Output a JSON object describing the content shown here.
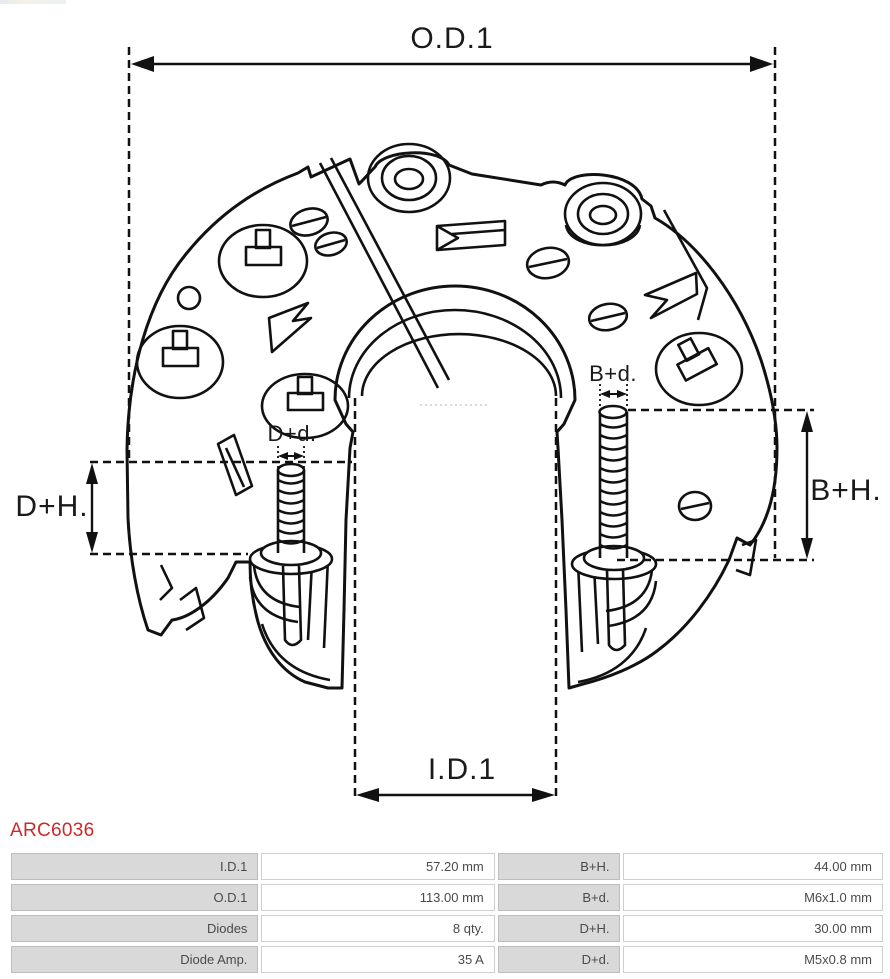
{
  "part": {
    "code": "ARC6036",
    "code_color": "#cc2a2a"
  },
  "diagram": {
    "type": "alternator-rectifier technical drawing",
    "line_color": "#111111",
    "dimension_labels": {
      "od1": "O.D.1",
      "id1": "I.D.1",
      "dph": "D+H.",
      "bph": "B+H.",
      "dpd": "D+d.",
      "bpd": "B+d."
    }
  },
  "spec_table": {
    "label_bg": "#d9d9d9",
    "value_bg": "#ffffff",
    "border_color": "#c4c4c4",
    "text_color": "#4a4a4a",
    "rows": [
      {
        "l1": "I.D.1",
        "v1": "57.20 mm",
        "l2": "B+H.",
        "v2": "44.00 mm"
      },
      {
        "l1": "O.D.1",
        "v1": "113.00 mm",
        "l2": "B+d.",
        "v2": "M6x1.0 mm"
      },
      {
        "l1": "Diodes",
        "v1": "8 qty.",
        "l2": "D+H.",
        "v2": "30.00 mm"
      },
      {
        "l1": "Diode Amp.",
        "v1": "35 A",
        "l2": "D+d.",
        "v2": "M5x0.8 mm"
      }
    ]
  }
}
